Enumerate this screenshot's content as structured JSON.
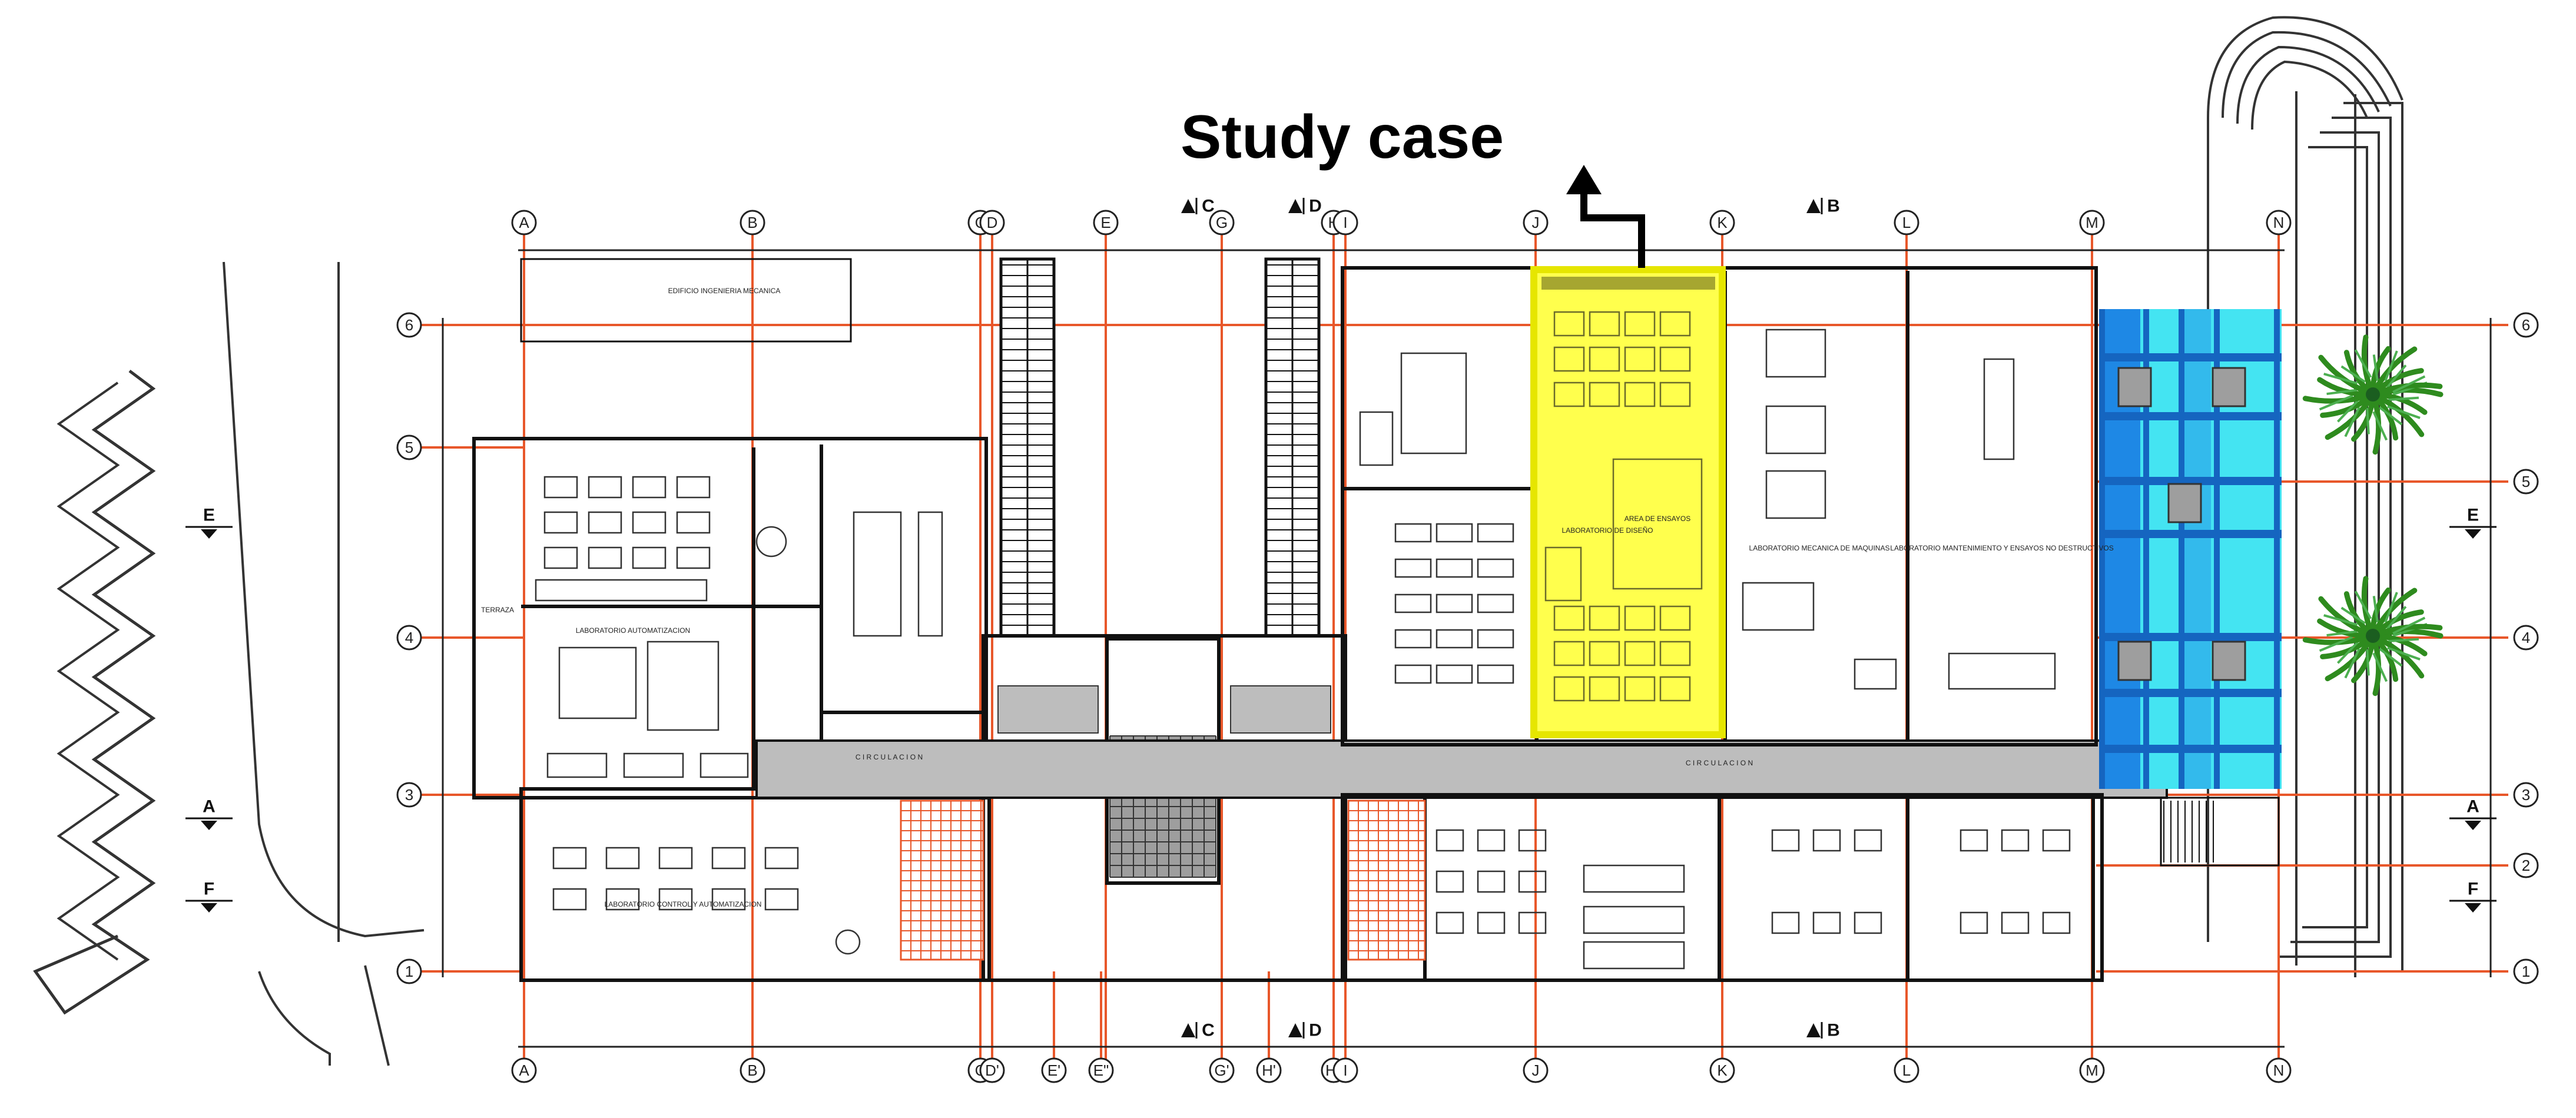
{
  "title": "Study case",
  "colors": {
    "grid_line": "#e8572a",
    "highlight": "#ffff4d",
    "highlight_border": "#e6e600",
    "glass": "#44e4f2",
    "glass_frame": "#1565c0",
    "corridor": "#bdbdbd",
    "tile": "#e8572a",
    "wall": "#111111",
    "tree": "#2e8b1e"
  },
  "grid": {
    "top_labels": [
      "A",
      "B",
      "C",
      "D",
      "E",
      "G",
      "H",
      "I",
      "J",
      "K",
      "L",
      "M",
      "N"
    ],
    "bottom_labels": [
      "A",
      "B",
      "C",
      "D'",
      "E'",
      "E\"",
      "G'",
      "H'",
      "H\"",
      "I",
      "J",
      "K",
      "L",
      "M",
      "N"
    ],
    "left_labels": [
      "6",
      "5",
      "4",
      "3",
      "1"
    ],
    "right_labels": [
      "6",
      "5",
      "4",
      "3",
      "2",
      "1"
    ]
  },
  "section_marks": {
    "top": [
      "C",
      "D",
      "B"
    ],
    "bottom": [
      "C",
      "D",
      "B"
    ],
    "left": [
      "E",
      "A",
      "F"
    ],
    "right": [
      "E",
      "A",
      "F"
    ]
  },
  "room_labels": {
    "circulacion_west": "C I R C U L A C I O N",
    "circulacion_east": "C I R C U L A C I O N",
    "lab_automatizacion": "LABORATORIO AUTOMATIZACION",
    "lab_mecanica": "LABORATORIO MECANICA DE MAQUINAS",
    "lab_mantenimiento": "LABORATORIO MANTENIMIENTO Y ENSAYOS NO DESTRUCTIVOS",
    "lab_control": "LABORATORIO CONTROL Y AUTOMATIZACION",
    "lab_disenio": "LABORATORIO DE DISEÑO",
    "area_ensayos": "AREA DE ENSAYOS",
    "terraza": "TERRAZA",
    "edificio": "EDIFICIO INGENIERIA MECANICA"
  }
}
